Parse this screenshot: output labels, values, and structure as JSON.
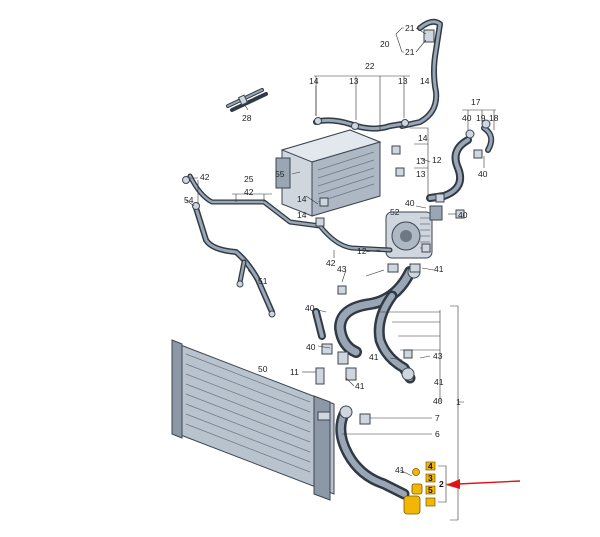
{
  "callouts": [
    {
      "id": "c20",
      "text": "20"
    },
    {
      "id": "c21a",
      "text": "21"
    },
    {
      "id": "c21b",
      "text": "21"
    },
    {
      "id": "c22",
      "text": "22"
    },
    {
      "id": "c14a",
      "text": "14"
    },
    {
      "id": "c13a",
      "text": "13"
    },
    {
      "id": "c13b",
      "text": "13"
    },
    {
      "id": "c14b",
      "text": "14"
    },
    {
      "id": "c28",
      "text": "28"
    },
    {
      "id": "c17",
      "text": "17"
    },
    {
      "id": "c40a",
      "text": "40"
    },
    {
      "id": "c19",
      "text": "19"
    },
    {
      "id": "c18",
      "text": "18"
    },
    {
      "id": "c40b",
      "text": "40"
    },
    {
      "id": "c14c",
      "text": "14"
    },
    {
      "id": "c13c",
      "text": "13"
    },
    {
      "id": "c12",
      "text": "12"
    },
    {
      "id": "c55",
      "text": "55"
    },
    {
      "id": "c13d",
      "text": "13"
    },
    {
      "id": "c42a",
      "text": "42"
    },
    {
      "id": "c25",
      "text": "25"
    },
    {
      "id": "c42b",
      "text": "42"
    },
    {
      "id": "c14d",
      "text": "14"
    },
    {
      "id": "c54",
      "text": "54"
    },
    {
      "id": "c40c",
      "text": "40"
    },
    {
      "id": "c14e",
      "text": "14"
    },
    {
      "id": "c52",
      "text": "52"
    },
    {
      "id": "c40d",
      "text": "40"
    },
    {
      "id": "c42c",
      "text": "42"
    },
    {
      "id": "c43a",
      "text": "43"
    },
    {
      "id": "c12b",
      "text": "12"
    },
    {
      "id": "c41a",
      "text": "41"
    },
    {
      "id": "c51",
      "text": "51"
    },
    {
      "id": "c40e",
      "text": "40"
    },
    {
      "id": "c40f",
      "text": "40"
    },
    {
      "id": "c41b",
      "text": "41"
    },
    {
      "id": "c43b",
      "text": "43"
    },
    {
      "id": "c50",
      "text": "50"
    },
    {
      "id": "c11",
      "text": "11"
    },
    {
      "id": "c41c",
      "text": "41"
    },
    {
      "id": "c41d",
      "text": "41"
    },
    {
      "id": "c40g",
      "text": "40"
    },
    {
      "id": "c1",
      "text": "1"
    },
    {
      "id": "c7",
      "text": "7"
    },
    {
      "id": "c6",
      "text": "6"
    },
    {
      "id": "c41e",
      "text": "41"
    },
    {
      "id": "c4",
      "text": "4"
    },
    {
      "id": "c3",
      "text": "3"
    },
    {
      "id": "c2",
      "text": "2"
    },
    {
      "id": "c5",
      "text": "5"
    }
  ],
  "colors": {
    "part_fill": "#cfd6de",
    "part_dark": "#6c7886",
    "radiator_fill": "#b9c3ce",
    "highlight": "#f2b705",
    "arrow": "#e01414",
    "line": "#333333",
    "hose": "#2f3a46"
  },
  "icons": [
    "arrow-pointer-icon"
  ]
}
